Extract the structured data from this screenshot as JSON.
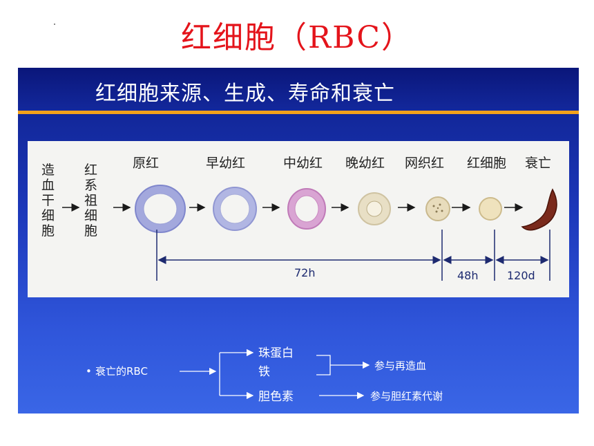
{
  "title": "红细胞（RBC）",
  "slide": {
    "heading": "红细胞来源、生成、寿命和衰亡",
    "left_labels": [
      {
        "chars": [
          "造",
          "血",
          "干",
          "细",
          "胞"
        ]
      },
      {
        "chars": [
          "红",
          "系",
          "祖",
          "细",
          "胞"
        ]
      }
    ],
    "stages": [
      {
        "label": "原红",
        "color": "#a3a8dd",
        "ring": "#7f86cc"
      },
      {
        "label": "早幼红",
        "color": "#b1b6e3",
        "ring": "#9096d2"
      },
      {
        "label": "中幼红",
        "color": "#d9a4d3",
        "ring": "#c07ab8"
      },
      {
        "label": "晚幼红",
        "color": "#e8dfc5",
        "ring": "#cfc3a2"
      },
      {
        "label": "网织红",
        "color": "#e8dcbc",
        "ring": "#c9b98e"
      },
      {
        "label": "红细胞",
        "color": "#efe2bd",
        "ring": "#cdbb8c"
      },
      {
        "label": "衰亡",
        "color": "#7a2a1c",
        "ring": "#4a1208"
      }
    ],
    "durations": [
      "72h",
      "48h",
      "120d"
    ],
    "fate": {
      "bullet": "•",
      "source": "衰亡的RBC",
      "branch_top_1": "珠蛋白",
      "branch_top_2": "铁",
      "branch_bottom": "胆色素",
      "result_top": "参与再造血",
      "result_bottom": "参与胆红素代谢"
    }
  }
}
